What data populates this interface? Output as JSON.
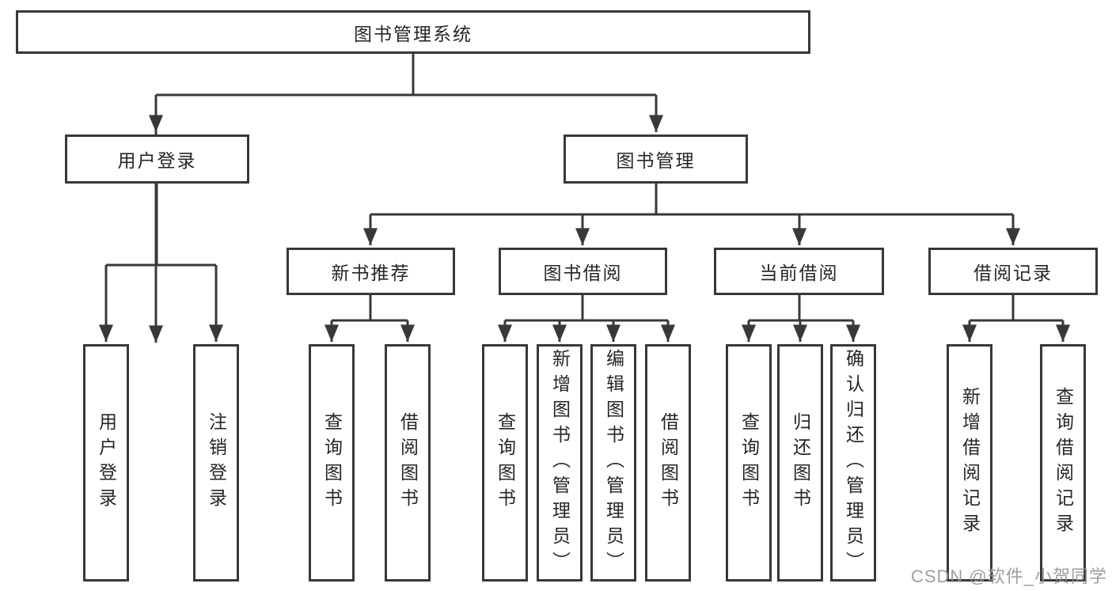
{
  "diagram": {
    "type": "hierarchy-tree",
    "colors": {
      "line": "#383838",
      "box_border": "#383838",
      "box_fill": "#ffffff",
      "text": "#262626",
      "watermark": "#949494"
    },
    "nodes": {
      "root": "图书管理系统",
      "userLogin": "用户登录",
      "bookManagement": "图书管理",
      "newBookRecommend": "新书推荐",
      "bookBorrow": "图书借阅",
      "currentBorrow": "当前借阅",
      "borrowRecords": "借阅记录",
      "userLoginLeaf": "用户登录",
      "logoutLeaf": "注销登录",
      "nbQuery": "查询图书",
      "nbBorrow": "借阅图书",
      "bbQuery": "查询图书",
      "bbAdd": "新增图书（管理员）",
      "bbEdit": "编辑图书（管理员）",
      "bbBorrow": "借阅图书",
      "cbQuery": "查询图书",
      "cbReturn": "归还图书",
      "cbConfirm": "确认归还（管理员）",
      "brAdd": "新增借阅记录",
      "brQuery": "查询借阅记录"
    },
    "hierarchy": {
      "图书管理系统": {
        "用户登录": [
          "用户登录",
          "注销登录"
        ],
        "图书管理": {
          "新书推荐": [
            "查询图书",
            "借阅图书"
          ],
          "图书借阅": [
            "查询图书",
            "新增图书（管理员）",
            "编辑图书（管理员）",
            "借阅图书"
          ],
          "当前借阅": [
            "查询图书",
            "归还图书",
            "确认归还（管理员）"
          ],
          "借阅记录": [
            "新增借阅记录",
            "查询借阅记录"
          ]
        }
      }
    }
  },
  "watermark": "CSDN @软件_小贺同学"
}
